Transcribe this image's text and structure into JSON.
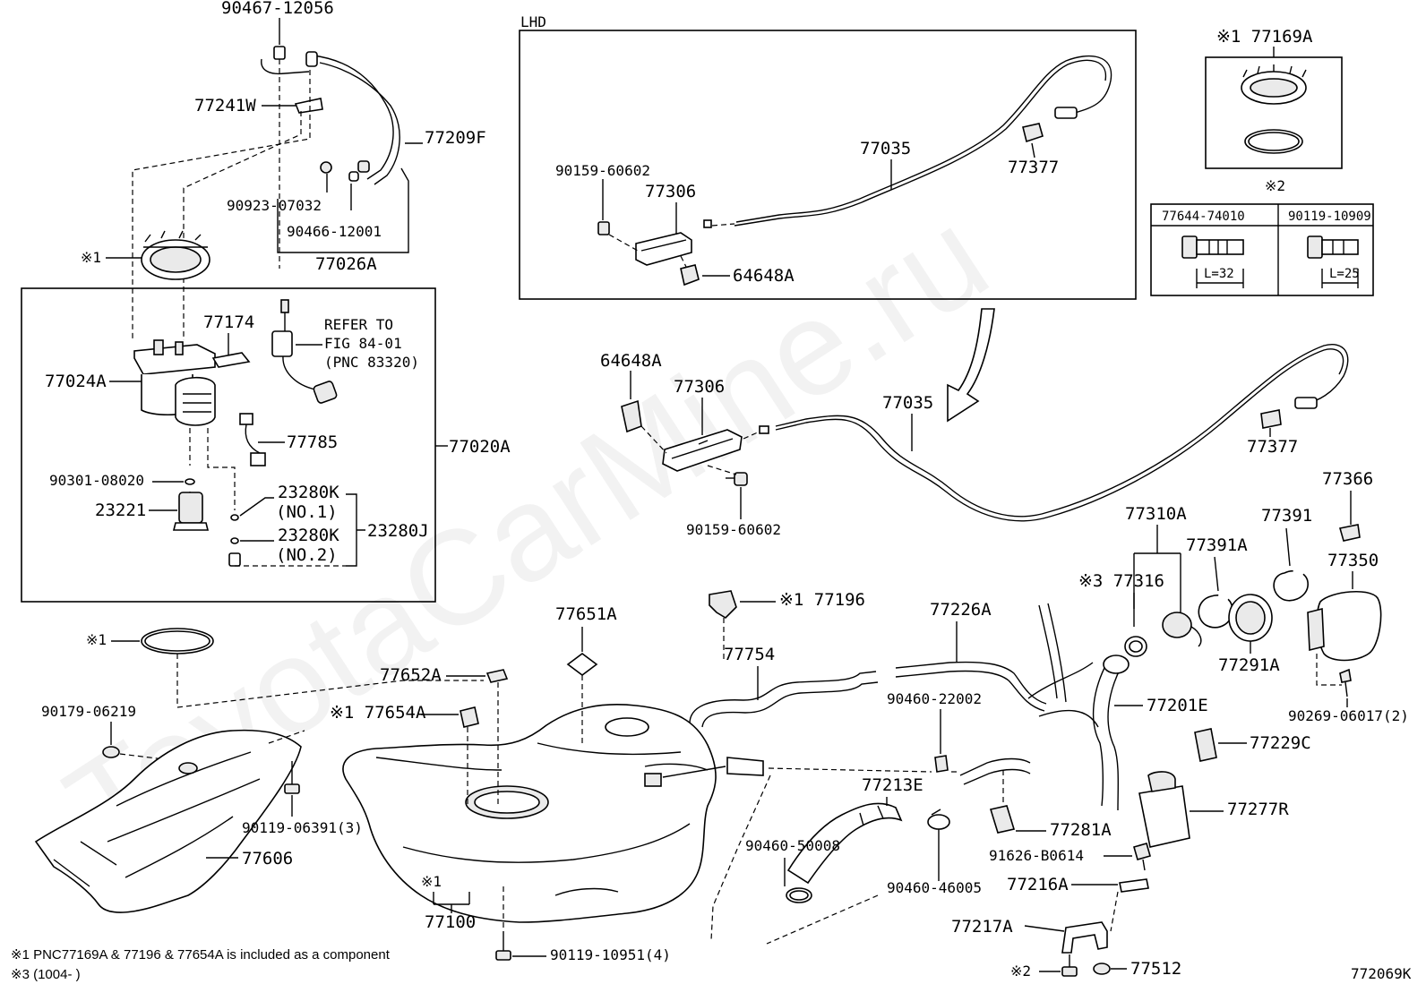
{
  "watermark": "ToyotaCarMine.ru",
  "inset_lhd_title": "LHD",
  "figure_code": "772069K",
  "refer_note": [
    "REFER TO",
    "FIG 84-01",
    "(PNC 83320)"
  ],
  "footnotes": [
    "※1 PNC77169A & 77196 & 77654A is included as a component",
    "※3 (1004-      )"
  ],
  "bolt_table": {
    "marker": "※2",
    "columns": [
      "77644-74010",
      "90119-10909"
    ],
    "lengths": [
      "L=32",
      "L=25"
    ]
  },
  "labels": {
    "p90467_12056": "90467-12056",
    "p77241W": "77241W",
    "p77209F": "77209F",
    "p90923_07032": "90923-07032",
    "p90466_12001": "90466-12001",
    "p77026A": "77026A",
    "mark1_ring": "※1",
    "p77174": "77174",
    "p77024A": "77024A",
    "p77785": "77785",
    "p77020A": "77020A",
    "p90301_08020": "90301-08020",
    "p23221": "23221",
    "p23280K_1": "23280K",
    "no1": "(NO.1)",
    "p23280K_2": "23280K",
    "no2": "(NO.2)",
    "p23280J": "23280J",
    "in_90159_60602": "90159-60602",
    "in_77306": "77306",
    "in_77035": "77035",
    "in_77377": "77377",
    "in_64648A": "64648A",
    "p77169A": "※1 77169A",
    "p64648A": "64648A",
    "p77306": "77306",
    "p77035": "77035",
    "p77377": "77377",
    "p90159_60602": "90159-60602",
    "p77366": "77366",
    "p77310A": "77310A",
    "p77391": "77391",
    "p77391A": "77391A",
    "p77350": "77350",
    "p77316": "※3 77316",
    "p77291A": "77291A",
    "p90269_06017": "90269-06017(2)",
    "mark1_oring": "※1",
    "p90179_06219": "90179-06219",
    "p77652A": "77652A",
    "p77651A": "77651A",
    "p77654A": "※1 77654A",
    "p77196": "※1  77196",
    "p77754": "77754",
    "p77226A": "77226A",
    "p90460_22002": "90460-22002",
    "p77201E": "77201E",
    "p77229C": "77229C",
    "p90119_06391": "90119-06391(3)",
    "p77606": "77606",
    "p77213E": "77213E",
    "p90460_50008": "90460-50008",
    "p90460_46005": "90460-46005",
    "p77281A": "77281A",
    "p77277R": "77277R",
    "p91626_B0614": "91626-B0614",
    "p77216A": "77216A",
    "mark1_tank": "※1",
    "p77100": "77100",
    "p77217A": "77217A",
    "p90119_10951": "90119-10951(4)",
    "mark2_bolt": "※2",
    "p77512": "77512"
  }
}
